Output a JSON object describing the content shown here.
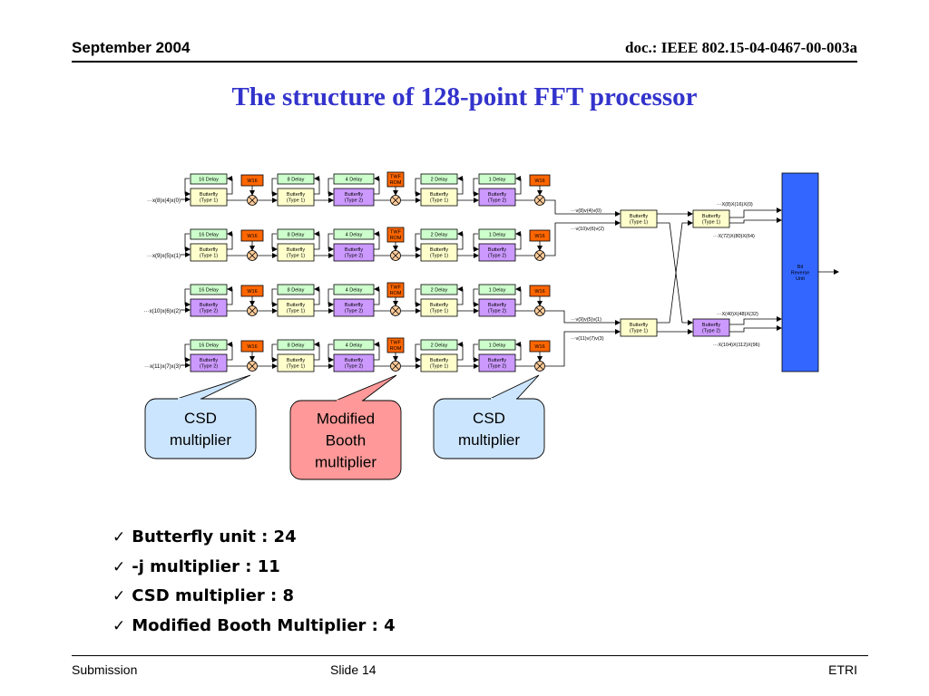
{
  "header": {
    "left": "September 2004",
    "right": "doc.: IEEE 802.15-04-0467-00-003a"
  },
  "title": "The structure of 128-point FFT processor",
  "diagram": {
    "rows": [
      {
        "input": "x(8)x(4)x(0)",
        "bf1": [
          "Butterfly",
          "(Type 1)"
        ],
        "bf2": [
          "Butterfly",
          "(Type 1)"
        ],
        "bf3": [
          "Butterfly",
          "(Type 2)"
        ],
        "bf4": [
          "Butterfly",
          "(Type 1)"
        ],
        "bf5": [
          "Butterfly",
          "(Type 2)"
        ]
      },
      {
        "input": "x(9)x(5)x(1)",
        "bf1": [
          "Butterfly",
          "(Type 1)"
        ],
        "bf2": [
          "Butterfly",
          "(Type 1)"
        ],
        "bf3": [
          "Butterfly",
          "(Type 2)"
        ],
        "bf4": [
          "Butterfly",
          "(Type 1)"
        ],
        "bf5": [
          "Butterfly",
          "(Type 2)"
        ]
      },
      {
        "input": "x(10)x(6)x(2)",
        "bf1": [
          "Butterfly",
          "(Type 2)"
        ],
        "bf2": [
          "Butterfly",
          "(Type 1)"
        ],
        "bf3": [
          "Butterfly",
          "(Type 2)"
        ],
        "bf4": [
          "Butterfly",
          "(Type 1)"
        ],
        "bf5": [
          "Butterfly",
          "(Type 2)"
        ]
      },
      {
        "input": "x(11)x(7)x(3)",
        "bf1": [
          "Butterfly",
          "(Type 2)"
        ],
        "bf2": [
          "Butterfly",
          "(Type 1)"
        ],
        "bf3": [
          "Butterfly",
          "(Type 2)"
        ],
        "bf4": [
          "Butterfly",
          "(Type 1)"
        ],
        "bf5": [
          "Butterfly",
          "(Type 2)"
        ]
      }
    ],
    "delays": [
      "16 Delay",
      "8 Delay",
      "4 Delay",
      "2 Delay",
      "1 Delay"
    ],
    "w16": "W16",
    "twf": [
      "TWF",
      "ROM"
    ],
    "mid_labels": [
      "v(8)v(4)v(0)",
      "v(10)v(6)v(2)",
      "v(9)v(5)v(1)",
      "v(11)v(7)v(3)"
    ],
    "mid_bf": [
      [
        "Butterfly",
        "(Type 1)"
      ],
      [
        "Butterfly",
        "(Type 1)"
      ]
    ],
    "out_bf": [
      [
        "Butterfly",
        "(Type 1)"
      ],
      [
        "Butterfly",
        "(Type 2)"
      ]
    ],
    "out_labels": [
      "X(8)X(16)X(0)",
      "X(72)X(80)X(64)",
      "X(40)X(48)X(32)",
      "X(104)X(112)X(96)"
    ],
    "bit_reverse": [
      "Bit",
      "Reverse",
      "Unit"
    ],
    "colors": {
      "delay": "#ccffcc",
      "butterfly1": "#ffffcc",
      "butterfly2": "#cc99ff",
      "w16": "#ff6600",
      "bitrev": "#3366ff",
      "mult": "#ffcc99"
    }
  },
  "callouts": [
    {
      "lines": [
        "CSD",
        "multiplier"
      ],
      "color": "#cce5ff"
    },
    {
      "lines": [
        "Modified",
        "Booth",
        "multiplier"
      ],
      "color": "#ff9999"
    },
    {
      "lines": [
        "CSD",
        "multiplier"
      ],
      "color": "#cce5ff"
    }
  ],
  "bullets": [
    "Butterfly unit : 24",
    "-j multiplier : 11",
    "CSD multiplier : 8",
    "Modified Booth Multiplier : 4"
  ],
  "footer": {
    "left": "Submission",
    "center": "Slide 14",
    "right": "ETRI"
  }
}
